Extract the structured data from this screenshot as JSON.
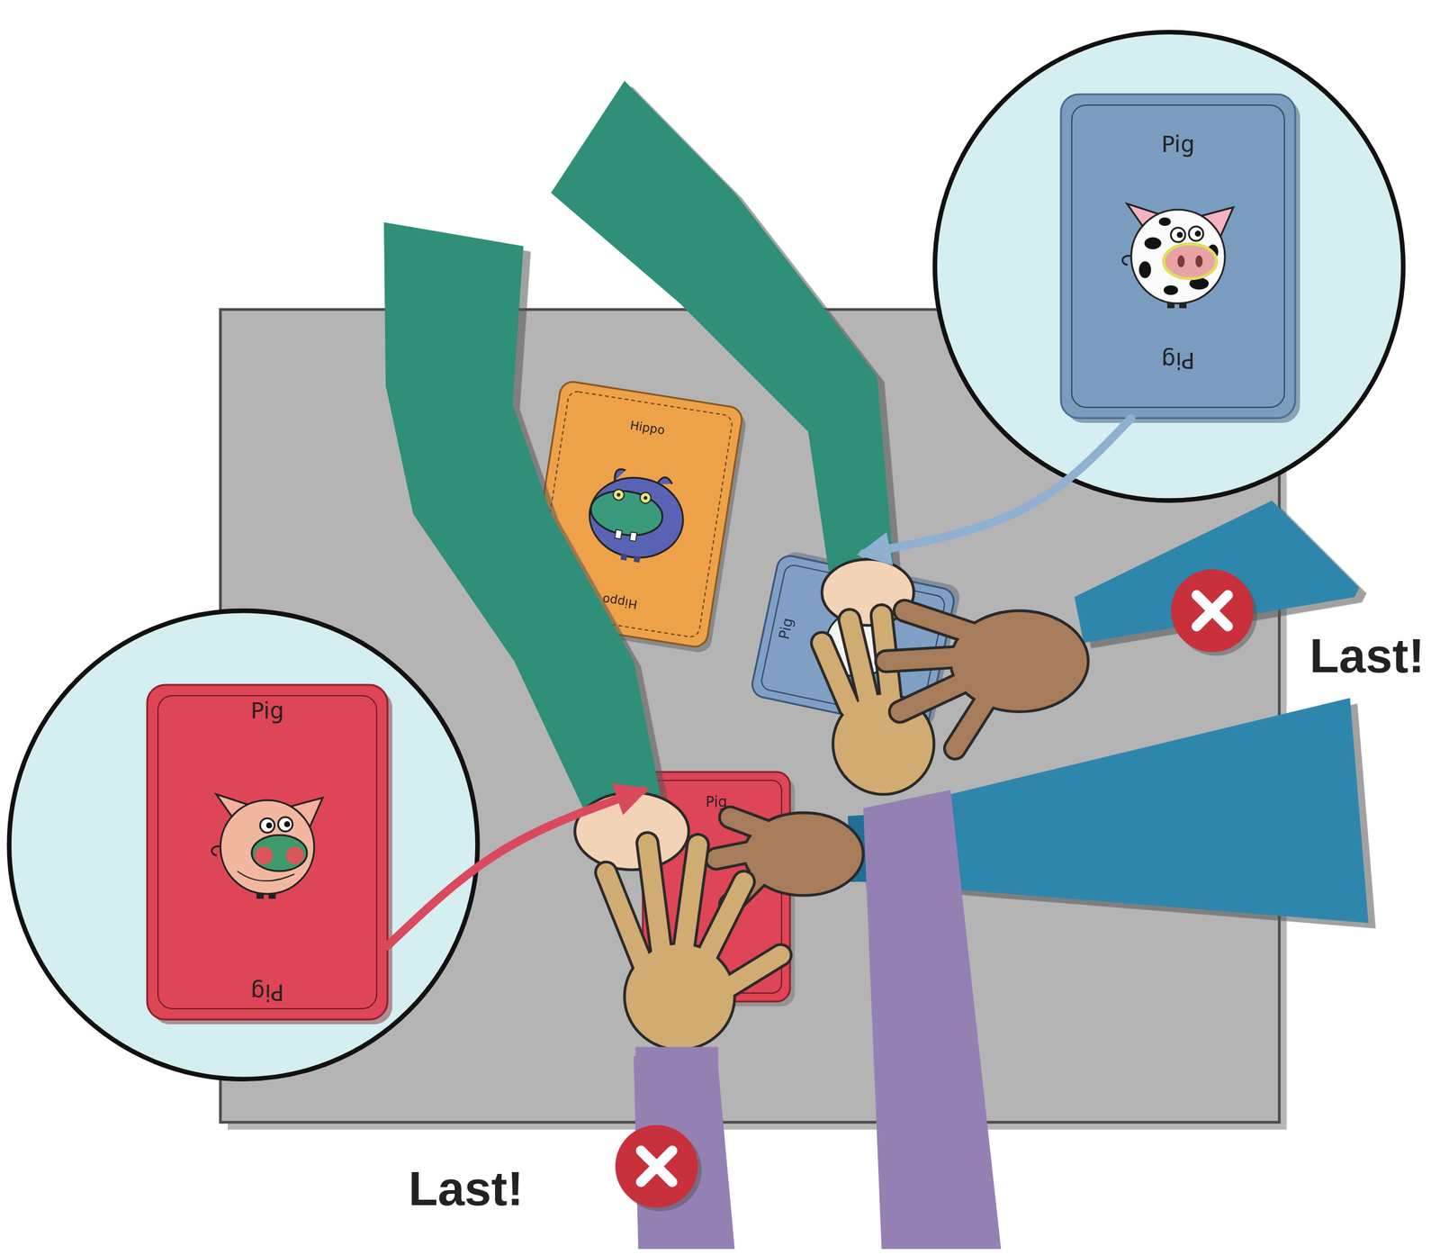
{
  "diagram": {
    "nodes": [
      {
        "text": [
          "Pig",
          "Pig"
        ]
      },
      {
        "text": [
          "Hippo",
          "Hippo"
        ]
      },
      {
        "text": [
          "Pig"
        ]
      },
      {
        "text": [
          "Pig",
          "Pig"
        ]
      },
      {
        "text": [
          "Pig"
        ]
      }
    ],
    "edges": [
      {
        "from": 0,
        "to": 2,
        "arrow": "to"
      },
      {
        "from": 3,
        "to": 4,
        "arrow": "to"
      }
    ],
    "labels": [
      "Last!",
      "Last!"
    ]
  }
}
